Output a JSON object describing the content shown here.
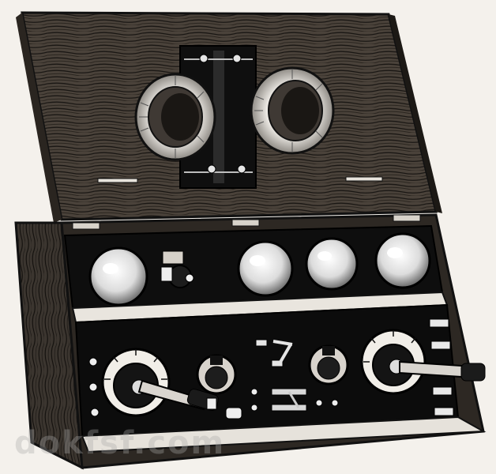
{
  "image": {
    "subject": "vintage-radio-receiver-engraving",
    "style": "black-and-white-engraving",
    "colors": {
      "paper": "#f4f1ec",
      "ink": "#141414",
      "wood": "#3a342e",
      "panel": "#101010",
      "highlight": "#f2f2f2"
    }
  },
  "watermark": {
    "text": "dokfsf.com"
  }
}
